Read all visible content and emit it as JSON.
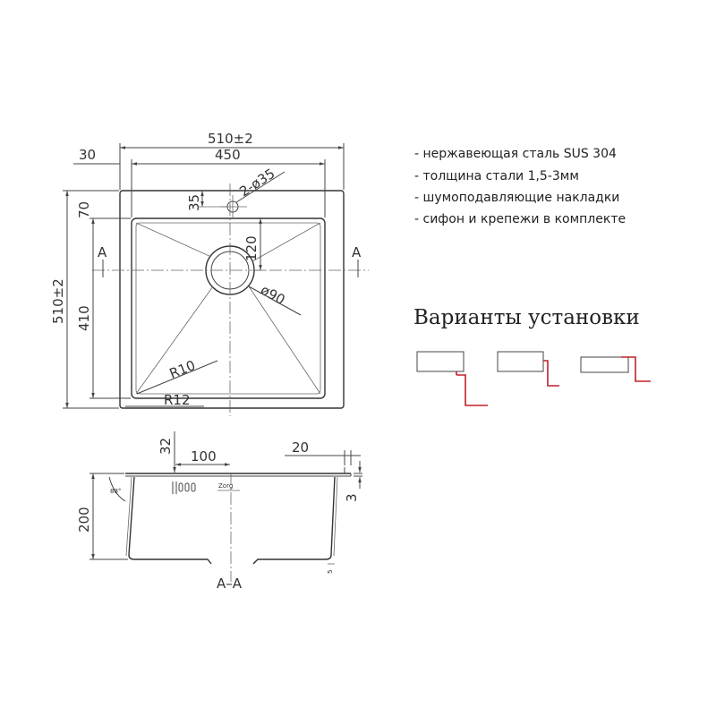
{
  "dimensions": {
    "overall_width": "510±2",
    "bowl_width": "450",
    "rim_side": "30",
    "rim_top": "70",
    "tap_hole_offset": "35",
    "tap_hole": "2-ø35",
    "drain_offset": "120",
    "drain_diameter": "ø90",
    "overall_height": "510±2",
    "bowl_height": "410",
    "inner_radius": "R10",
    "outer_radius": "R12",
    "section_marker": "A",
    "overflow_offset": "32",
    "overflow_spacing": "100",
    "flange_width": "20",
    "flange_thickness": "3",
    "depth": "200",
    "wall_angle": "88°",
    "bottom_offset": "5",
    "section_label": "A–A",
    "logo_text": "Zorg"
  },
  "features": [
    "- нержавеющая сталь SUS 304",
    "- толщина стали 1,5-3мм",
    "- шумоподавляющие накладки",
    "- сифон и крепежи в комплекте"
  ],
  "install_title": "Варианты установки",
  "colors": {
    "line": "#444444",
    "text": "#222222",
    "install_accent": "#c0202a"
  }
}
